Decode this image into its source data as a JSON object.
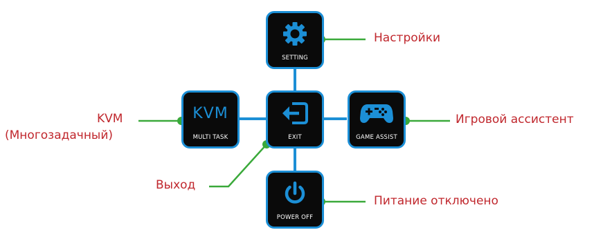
{
  "menu": {
    "setting": {
      "caption": "SETTING",
      "icon": "gear-icon"
    },
    "multitask": {
      "caption": "MULTI TASK",
      "icon_text": "KVM"
    },
    "exit": {
      "caption": "EXIT",
      "icon": "exit-icon"
    },
    "game_assist": {
      "caption": "GAME ASSIST",
      "icon": "gamepad-icon"
    },
    "power_off": {
      "caption": "POWER OFF",
      "icon": "power-icon"
    }
  },
  "callouts": {
    "settings": "Настройки",
    "kvm_line1": "KVM",
    "kvm_line2": "(Многозадачный)",
    "game_assistant": "Игровой ассистент",
    "exit": "Выход",
    "power_off": "Питание отключено"
  },
  "colors": {
    "tile_border": "#1c8fd6",
    "tile_fill": "#0a0a0a",
    "callout_text": "#c0272d",
    "leader_line": "#3aa93a"
  }
}
